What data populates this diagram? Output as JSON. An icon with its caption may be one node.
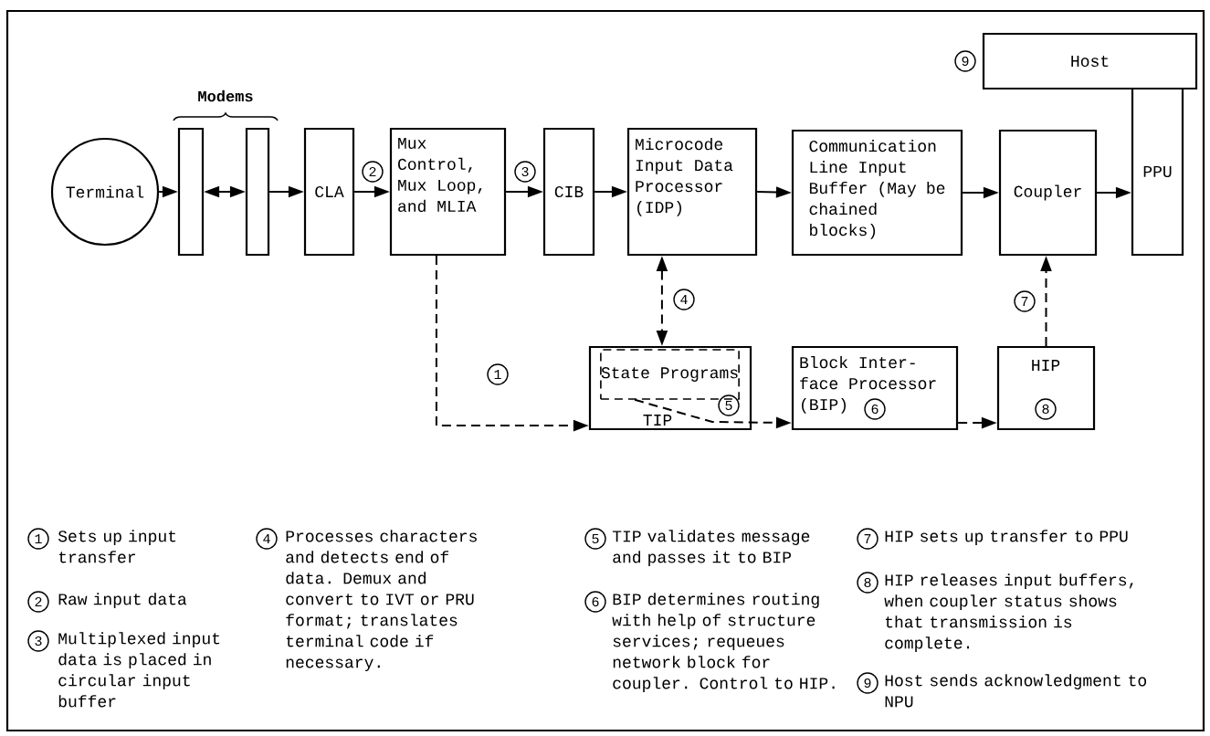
{
  "diagram": {
    "nodes": [
      {
        "text": [
          "Terminal"
        ]
      },
      {
        "text": [],
        "shape": "box"
      },
      {
        "text": [],
        "shape": "box"
      },
      {
        "text": [
          "CLA"
        ]
      },
      {
        "text": [
          "Mux Control, Mux Loop, and MLIA"
        ]
      },
      {
        "text": [
          "CIB"
        ]
      },
      {
        "text": [
          "Microcode Input Data Processor (IDP)"
        ]
      },
      {
        "text": [
          "Communication Line Input Buffer (May be chained blocks)"
        ]
      },
      {
        "text": [
          "Coupler"
        ]
      },
      {
        "text": [
          "Host"
        ],
        "beside": [
          "9"
        ]
      },
      {
        "text": [
          "PPU"
        ]
      },
      {
        "text": [
          "TIP",
          "5"
        ]
      },
      {
        "text": [
          "State Programs"
        ],
        "in": 11
      },
      {
        "text": [
          "Block Inter- face Processor (BIP)",
          "6"
        ]
      },
      {
        "text": [
          "HIP",
          "8"
        ]
      }
    ],
    "edges": [
      {
        "from": 0,
        "to": 1,
        "arrow": "to"
      },
      {
        "from": 1,
        "to": 2,
        "arrow": "both"
      },
      {
        "from": 2,
        "to": 3,
        "arrow": "to"
      },
      {
        "from": 3,
        "to": 4,
        "arrow": "to",
        "label": "2"
      },
      {
        "from": 4,
        "to": 5,
        "arrow": "to",
        "label": "3"
      },
      {
        "from": 5,
        "to": 6,
        "arrow": "to"
      },
      {
        "from": 6,
        "to": 7,
        "arrow": "to"
      },
      {
        "from": 7,
        "to": 8,
        "arrow": "to"
      },
      {
        "from": 8,
        "to": 10,
        "arrow": "to"
      },
      {
        "from": 4,
        "to": 11,
        "arrow": "to",
        "label": "1",
        "style": "dashed"
      },
      {
        "from": 6,
        "to": 11,
        "arrow": "both",
        "label": "4",
        "style": "dashed"
      },
      {
        "from": 12,
        "to": 13,
        "arrow": "to",
        "style": "dashed"
      },
      {
        "from": 13,
        "to": 14,
        "arrow": "to",
        "style": "dashed"
      },
      {
        "from": 14,
        "to": 8,
        "arrow": "to",
        "label": "7",
        "style": "dashed"
      }
    ],
    "labels": [
      "Modems",
      "1",
      "Sets up input transfer",
      "2",
      "Raw input data",
      "3",
      "Multiplexed input data is placed in circular input buffer",
      "4",
      "Processes characters and detects end of data. Demux and convert to IVT or PRU format; translates terminal code if necessary.",
      "5",
      "TIP validates message and passes it to BIP",
      "6",
      "BIP determines routing with help of structure services; requeues network block for coupler. Control to HIP.",
      "7",
      "HIP sets up transfer to PPU",
      "8",
      "HIP releases input buffers, when coupler status shows that transmission is complete.",
      "9",
      "Host sends acknowledgment to NPU"
    ]
  }
}
